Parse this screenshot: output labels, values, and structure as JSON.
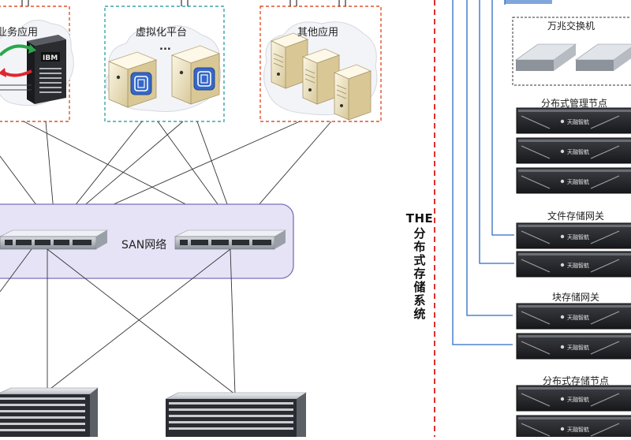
{
  "groups": {
    "business_apps": "业务应用",
    "virtualization": "虚拟化平台",
    "virtualization_ellipsis": "...",
    "other_apps": "其他应用"
  },
  "san": {
    "label": "SAN网络"
  },
  "vertical_label": {
    "prefix": "THE",
    "chars": [
      "分",
      "布",
      "式",
      "存",
      "储",
      "系",
      "统"
    ]
  },
  "right_panel": {
    "switch_group": "万兆交换机",
    "mgmt_nodes": "分布式管理节点",
    "file_gateway": "文件存储网关",
    "block_gateway": "块存储网关",
    "storage_nodes": "分布式存储节点",
    "server_brand": "天融智航"
  },
  "logos": {
    "ibm": "IBM"
  },
  "colors": {
    "red_dashed": "#e0522f",
    "teal_dashed": "#3aa6a6",
    "san_fill": "#e7e3f6",
    "san_border": "#7b6fb8",
    "blue_lines": "#2b6cc4",
    "server_beige": "#f1e7c8"
  }
}
